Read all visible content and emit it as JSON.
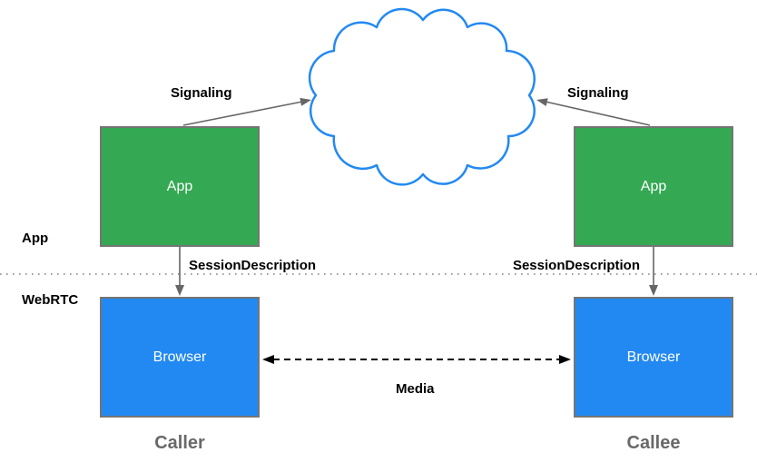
{
  "colors": {
    "app_box_fill": "#34a853",
    "browser_box_fill": "#2389f2",
    "box_border": "#757575",
    "cloud_stroke": "#2389f2",
    "arrow_gray": "#666666",
    "media_arrow_black": "#000000",
    "divider_dots": "#808080",
    "endpoint_text": "#696969",
    "box_text": "#ffffff"
  },
  "icons": {
    "cloud": "cloud-outline"
  },
  "layers": {
    "app": "App",
    "webrtc": "WebRTC"
  },
  "boxes": {
    "caller_app": "App",
    "callee_app": "App",
    "caller_browser": "Browser",
    "callee_browser": "Browser"
  },
  "edges": {
    "signaling_left": "Signaling",
    "signaling_right": "Signaling",
    "session_left": "SessionDescription",
    "session_right": "SessionDescription",
    "media": "Media"
  },
  "endpoints": {
    "caller": "Caller",
    "callee": "Callee"
  }
}
